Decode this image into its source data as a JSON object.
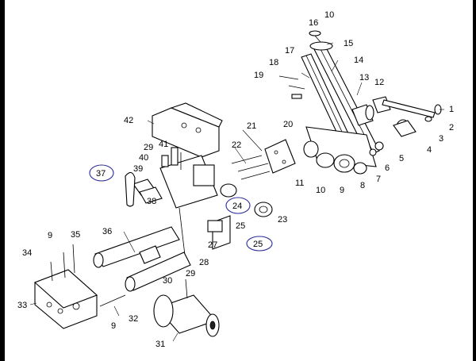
{
  "diagram": {
    "part_labels": [
      {
        "id": "p1",
        "text": "1"
      },
      {
        "id": "p2",
        "text": "2"
      },
      {
        "id": "p3",
        "text": "3"
      },
      {
        "id": "p4",
        "text": "4"
      },
      {
        "id": "p5",
        "text": "5"
      },
      {
        "id": "p6",
        "text": "6"
      },
      {
        "id": "p7",
        "text": "7"
      },
      {
        "id": "p8",
        "text": "8"
      },
      {
        "id": "p9a",
        "text": "9"
      },
      {
        "id": "p9b",
        "text": "9"
      },
      {
        "id": "p9c",
        "text": "9"
      },
      {
        "id": "p10a",
        "text": "10"
      },
      {
        "id": "p10b",
        "text": "10"
      },
      {
        "id": "p11",
        "text": "11"
      },
      {
        "id": "p12",
        "text": "12"
      },
      {
        "id": "p13",
        "text": "13"
      },
      {
        "id": "p14",
        "text": "14"
      },
      {
        "id": "p15",
        "text": "15"
      },
      {
        "id": "p16",
        "text": "16"
      },
      {
        "id": "p17",
        "text": "17"
      },
      {
        "id": "p18",
        "text": "18"
      },
      {
        "id": "p19",
        "text": "19"
      },
      {
        "id": "p20",
        "text": "20"
      },
      {
        "id": "p21",
        "text": "21"
      },
      {
        "id": "p22",
        "text": "22"
      },
      {
        "id": "p23",
        "text": "23"
      },
      {
        "id": "p24",
        "text": "24"
      },
      {
        "id": "p25a",
        "text": "25"
      },
      {
        "id": "p25b",
        "text": "25"
      },
      {
        "id": "p27",
        "text": "27"
      },
      {
        "id": "p28",
        "text": "28"
      },
      {
        "id": "p29a",
        "text": "29"
      },
      {
        "id": "p29b",
        "text": "29"
      },
      {
        "id": "p30",
        "text": "30"
      },
      {
        "id": "p31",
        "text": "31"
      },
      {
        "id": "p32",
        "text": "32"
      },
      {
        "id": "p33",
        "text": "33"
      },
      {
        "id": "p34",
        "text": "34"
      },
      {
        "id": "p35",
        "text": "35"
      },
      {
        "id": "p36",
        "text": "36"
      },
      {
        "id": "p37",
        "text": "37"
      },
      {
        "id": "p38",
        "text": "38"
      },
      {
        "id": "p39",
        "text": "39"
      },
      {
        "id": "p40",
        "text": "40"
      },
      {
        "id": "p41",
        "text": "41"
      },
      {
        "id": "p42",
        "text": "42"
      }
    ],
    "circled_callouts": [
      "p24",
      "p25b",
      "p37"
    ],
    "callout_color": "#2a2a9a"
  }
}
